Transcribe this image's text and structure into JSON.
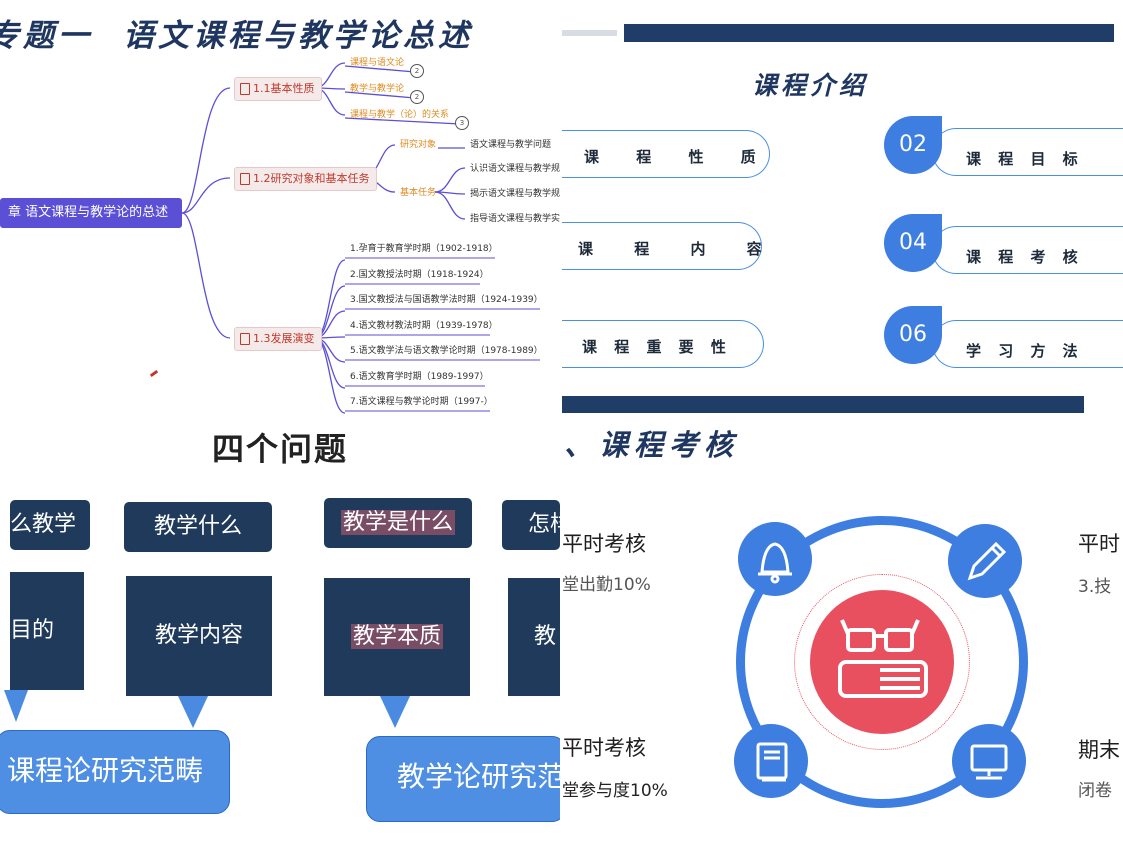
{
  "mindmap": {
    "title_left": "专题一",
    "title_right": "语文课程与教学论总述",
    "root": "章 语文课程与教学论的总述",
    "section1": {
      "label": "1.1基本性质",
      "leaves": [
        "课程与语文论",
        "教学与教学论",
        "课程与教学（论）的关系"
      ],
      "badges": [
        "2",
        "2",
        "3"
      ]
    },
    "section2": {
      "label": "1.2研究对象和基本任务",
      "sub1": "研究对象",
      "sub2": "基本任务",
      "leaves": [
        "语文课程与教学问题",
        "认识语文课程与教学规",
        "揭示语文课程与教学规",
        "指导语文课程与教学实"
      ]
    },
    "section3": {
      "label": "1.3发展演变",
      "periods": [
        "1.孕育于教育学时期（1902-1918）",
        "2.国文教授法时期（1918-1924）",
        "3.国文教授法与国语教学法时期（1924-1939）",
        "4.语文教材教法时期（1939-1978）",
        "5.语文教学法与语文教学论时期（1978-1989）",
        "6.语文教育学时期（1989-1997）",
        "7.语文课程与教学论时期（1997-）"
      ]
    }
  },
  "intro": {
    "title": "课程介绍",
    "left_items": [
      "课 程 性 质",
      "课 程 内 容",
      "课 程 重 要 性"
    ],
    "right_items": [
      {
        "num": "02",
        "label": "课  程  目  标"
      },
      {
        "num": "04",
        "label": "课  程  考  核"
      },
      {
        "num": "06",
        "label": "学  习  方  法"
      }
    ],
    "accent": "#1f3d66"
  },
  "questions": {
    "title": "四个问题",
    "top_boxes": [
      "么教学",
      "教学什么",
      "教学是什么",
      "怎样"
    ],
    "mid_boxes": [
      "目的",
      "教学内容",
      "教学本质",
      "教"
    ],
    "categories": [
      "课程论研究范畴",
      "教学论研究范"
    ]
  },
  "assessment": {
    "title": "、课程考核",
    "left_items": [
      {
        "heading": "平时考核",
        "detail": "堂出勤10%"
      },
      {
        "heading": "平时考核",
        "detail": "堂参与度10%"
      }
    ],
    "right_items": [
      {
        "heading": "平时",
        "detail": "3.技"
      },
      {
        "heading": "期末",
        "detail": "闭卷"
      }
    ],
    "icons": [
      "bell-icon",
      "pencil-icon",
      "book-icon",
      "computer-icon",
      "glasses-book-icon"
    ],
    "accent": "#3d7ee0",
    "center_color": "#e9505f"
  }
}
